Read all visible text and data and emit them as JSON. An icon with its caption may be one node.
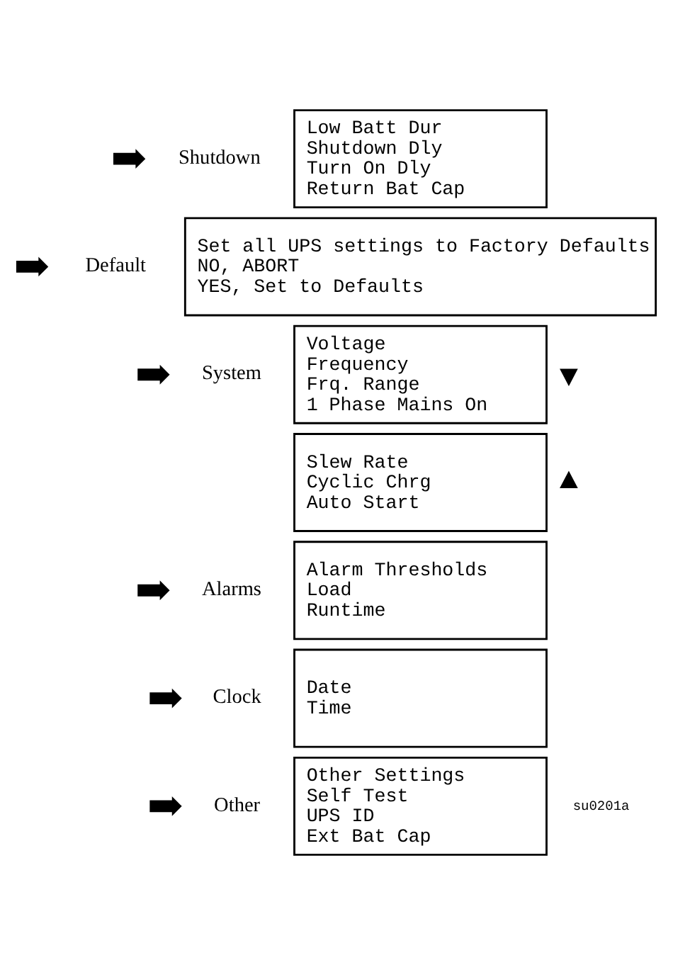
{
  "diagram": {
    "nodes": [
      {
        "text": [
          "Low Batt Dur",
          "Shutdown Dly",
          "Turn On Dly",
          "Return Bat Cap"
        ],
        "beside": [
          "Shutdown"
        ]
      },
      {
        "text": [
          "Set all UPS settings to Factory Defaults",
          "NO, ABORT",
          "YES, Set to Defaults"
        ],
        "beside": [
          "Default"
        ]
      },
      {
        "text": [
          "Voltage",
          "Frequency",
          "Frq. Range",
          "1 Phase Mains On"
        ],
        "beside": [
          "System"
        ]
      },
      {
        "text": [
          "Slew Rate",
          "Cyclic Chrg",
          "Auto Start"
        ]
      },
      {
        "text": [
          "Alarm Thresholds",
          "Load",
          "Runtime"
        ],
        "beside": [
          "Alarms"
        ]
      },
      {
        "text": [
          "Date",
          "Time"
        ],
        "beside": [
          "Clock"
        ]
      },
      {
        "text": [
          "Other Settings",
          "Self Test",
          "UPS ID",
          "Ext Bat Cap"
        ],
        "beside": [
          "Other"
        ]
      }
    ],
    "labels": [
      "su0201a"
    ]
  }
}
